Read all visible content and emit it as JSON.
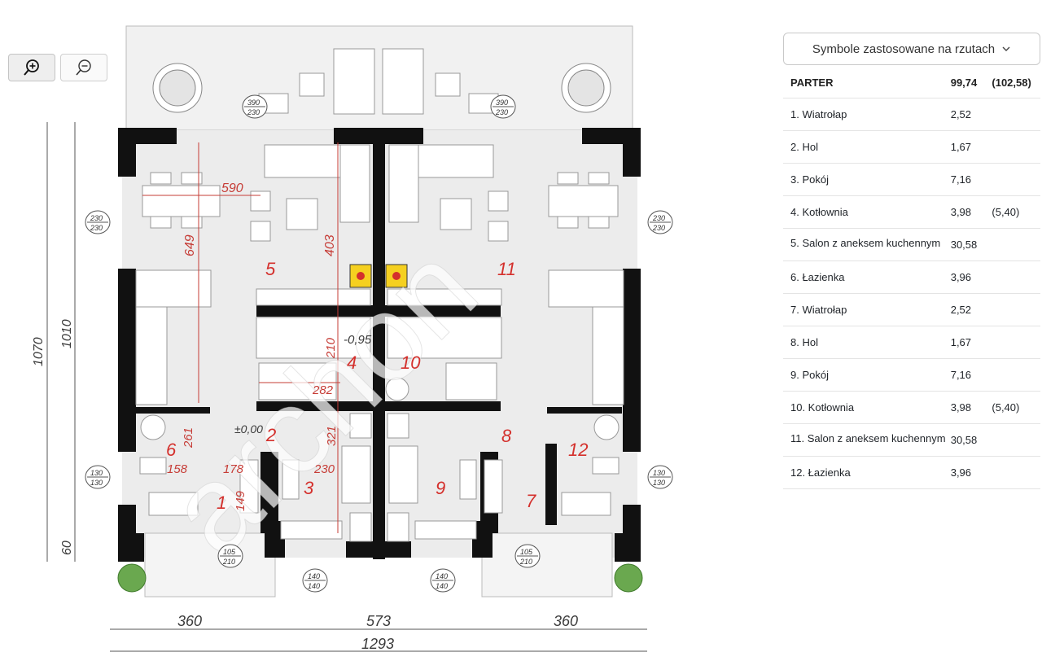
{
  "zoom": {
    "zoom_in_icon": "zoom-in-icon",
    "zoom_out_icon": "zoom-out-icon"
  },
  "legend": {
    "label": "Symbole zastosowane na rzutach",
    "icon": "chevron-down-icon"
  },
  "rooms_table": {
    "header": {
      "name": "PARTER",
      "area": "99,74",
      "alt": "(102,58)"
    },
    "rows": [
      {
        "name": "1. Wiatrołap",
        "area": "2,52",
        "alt": ""
      },
      {
        "name": "2. Hol",
        "area": "1,67",
        "alt": ""
      },
      {
        "name": "3. Pokój",
        "area": "7,16",
        "alt": ""
      },
      {
        "name": "4. Kotłownia",
        "area": "3,98",
        "alt": "(5,40)"
      },
      {
        "name": "5. Salon z aneksem kuchennym",
        "area": "30,58",
        "alt": ""
      },
      {
        "name": "6. Łazienka",
        "area": "3,96",
        "alt": ""
      },
      {
        "name": "7. Wiatrołap",
        "area": "2,52",
        "alt": ""
      },
      {
        "name": "8. Hol",
        "area": "1,67",
        "alt": ""
      },
      {
        "name": "9. Pokój",
        "area": "7,16",
        "alt": ""
      },
      {
        "name": "10. Kotłownia",
        "area": "3,98",
        "alt": "(5,40)"
      },
      {
        "name": "11. Salon z aneksem kuchennym",
        "area": "30,58",
        "alt": ""
      },
      {
        "name": "12. Łazienka",
        "area": "3,96",
        "alt": ""
      }
    ]
  },
  "floor_plan": {
    "room_numbers": [
      "1",
      "2",
      "3",
      "4",
      "5",
      "6",
      "7",
      "8",
      "9",
      "10",
      "11",
      "12"
    ],
    "dims": {
      "d590": "590",
      "d649": "649",
      "d403": "403",
      "d210": "210",
      "d282": "282",
      "level_minus": "-0,95",
      "level_zero": "±0,00",
      "d261": "261",
      "d321": "321",
      "d158": "158",
      "d178": "178",
      "d230": "230",
      "d149": "149",
      "h1070": "1070",
      "h1010": "1010",
      "h60": "60",
      "w360a": "360",
      "w573": "573",
      "w360b": "360",
      "w1293": "1293"
    },
    "windows": {
      "w390a_top": "390",
      "w390a_bot": "230",
      "w390b_top": "390",
      "w390b_bot": "230",
      "w230l_top": "230",
      "w230l_bot": "230",
      "w230r_top": "230",
      "w230r_bot": "230",
      "w130l_top": "130",
      "w130l_bot": "130",
      "w130r_top": "130",
      "w130r_bot": "130",
      "w105l_top": "105",
      "w105l_bot": "210",
      "w105r_top": "105",
      "w105r_bot": "210",
      "w140l_top": "140",
      "w140l_bot": "140",
      "w140r_top": "140",
      "w140r_bot": "140"
    },
    "watermark": "archon"
  }
}
